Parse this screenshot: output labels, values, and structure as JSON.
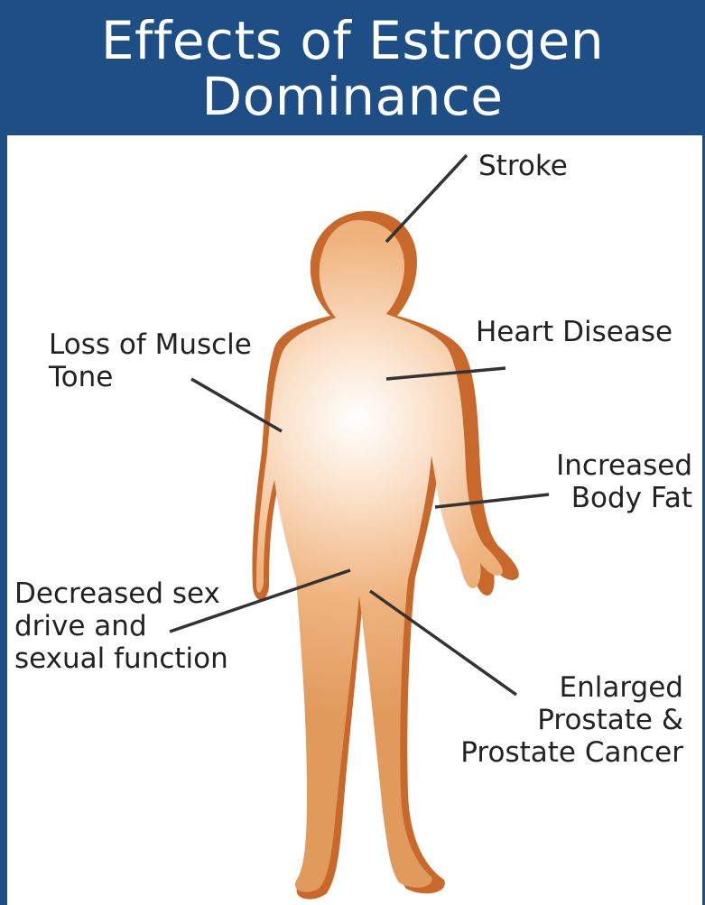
{
  "title": {
    "line1": "Effects of Estrogen",
    "line2": "Dominance"
  },
  "labels": {
    "stroke": [
      "Stroke"
    ],
    "muscle": [
      "Loss of Muscle",
      "Tone"
    ],
    "heart": [
      "Heart Disease"
    ],
    "fat": [
      "Increased",
      "Body Fat"
    ],
    "sex": [
      "Decreased sex",
      "drive and",
      "sexual function"
    ],
    "prostate": [
      "Enlarged",
      "Prostate &",
      "Prostate Cancer"
    ]
  },
  "colors": {
    "header": "#1d4f86",
    "body_outline": "#c86a2a",
    "body_fill": "#e8a068",
    "glow": "#ffffff",
    "leader": "#333333"
  }
}
